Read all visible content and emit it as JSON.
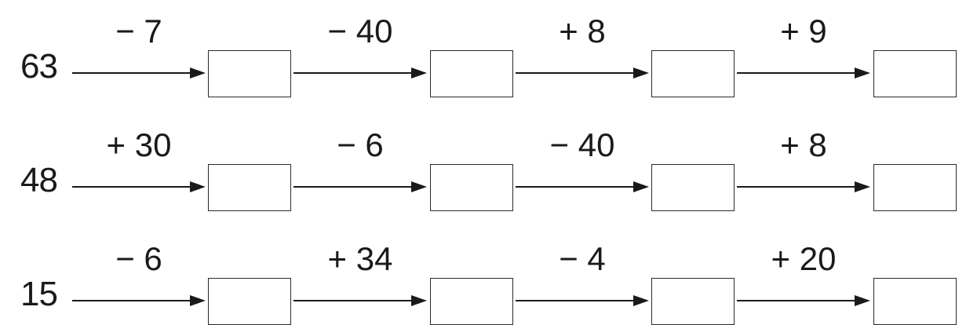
{
  "rows": [
    {
      "start": "63",
      "ops": [
        "− 7",
        "− 40",
        "+ 8",
        "+ 9"
      ]
    },
    {
      "start": "48",
      "ops": [
        "+ 30",
        "− 6",
        "− 40",
        "+ 8"
      ]
    },
    {
      "start": "15",
      "ops": [
        "− 6",
        "+ 34",
        "− 4",
        "+ 20"
      ]
    }
  ]
}
